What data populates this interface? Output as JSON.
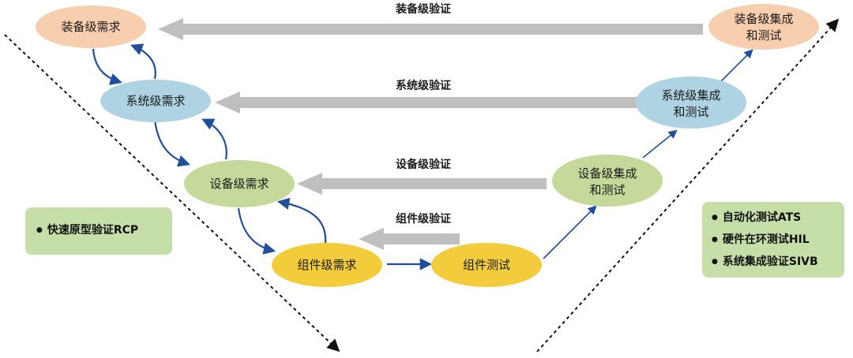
{
  "nodes": {
    "equip_req": "装备级需求",
    "sys_req": "系统级需求",
    "dev_req": "设备级需求",
    "comp_req": "组件级需求",
    "comp_test": "组件测试",
    "dev_int": [
      "设备级集成",
      "和测试"
    ],
    "sys_int": [
      "系统级集成",
      "和测试"
    ],
    "equip_int": [
      "装备级集成",
      "和测试"
    ]
  },
  "verification_labels": {
    "equip": "装备级验证",
    "sys": "系统级验证",
    "dev": "设备级验证",
    "comp": "组件级验证"
  },
  "callout_left": {
    "items": [
      "快速原型验证RCP"
    ]
  },
  "callout_right": {
    "items": [
      "自动化测试ATS",
      "硬件在环测试HIL",
      "系统集成验证SIVB"
    ]
  },
  "colors": {
    "equip": "#f7cfae",
    "sys": "#aed3e3",
    "dev": "#c5d99a",
    "comp": "#f3cc3c",
    "callout": "#c6dfa8",
    "gray_arrow": "#bfbfbf",
    "blue_arrow": "#1f4e9d"
  }
}
